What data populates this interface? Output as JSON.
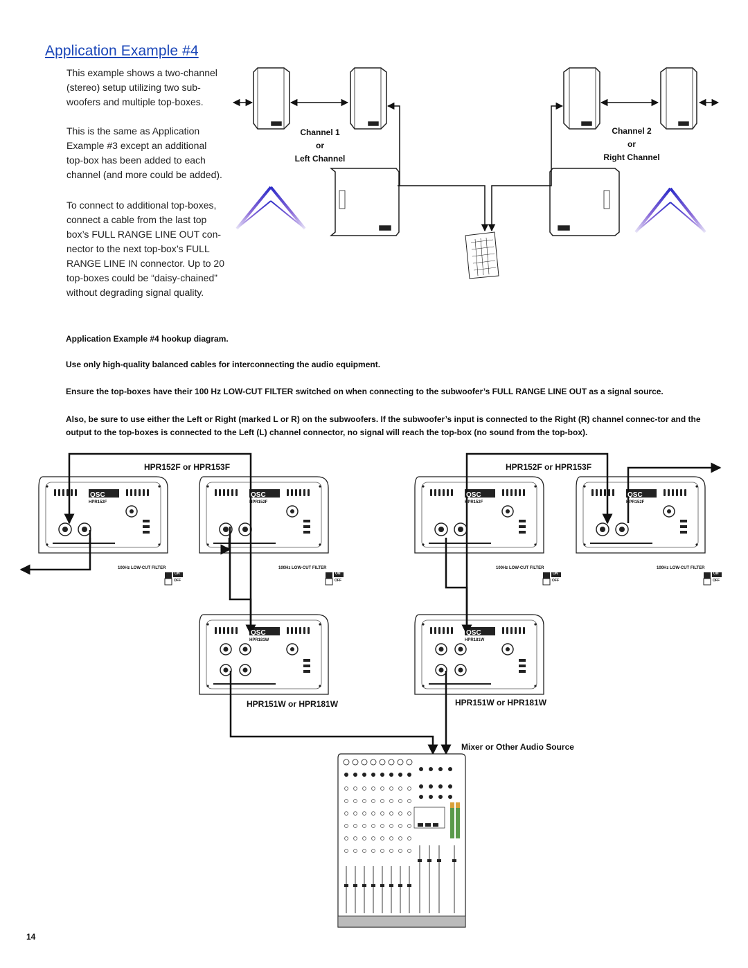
{
  "title": "Application Example #4",
  "intro": [
    "This example shows a two-channel (stereo) setup utilizing two sub-woofers and multiple top-boxes.",
    "This is the same as Application Example #3 except an additional top-box has been added to each channel (and more could be added).",
    "To connect to additional top-boxes, connect a cable from the last top box’s FULL RANGE LINE OUT con-nector to the next top-box’s FULL RANGE LINE IN connector. Up to 20 top-boxes could be “daisy-chained” without degrading signal quality."
  ],
  "diagram_top": {
    "channel1": {
      "line1": "Channel 1",
      "line2": "or",
      "line3": "Left Channel"
    },
    "channel2": {
      "line1": "Channel 2",
      "line2": "or",
      "line3": "Right Channel"
    }
  },
  "caption": "Application Example #4 hookup diagram.",
  "notes": [
    "Use only high-quality balanced cables for interconnecting the audio equipment.",
    "Ensure the top-boxes have their 100 Hz LOW-CUT FILTER switched on when connecting to the subwoofer’s FULL RANGE LINE OUT as a signal source.",
    "Also, be sure to use either the Left or Right (marked L or R) on the subwoofers. If the subwoofer’s input is connected to the Right (R) channel connec-tor and the output to the top-boxes is connected to the Left (L) channel connector, no signal will reach the top-box (no sound from the top-box)."
  ],
  "panel_labels": {
    "top_left": "HPR152F or HPR153F",
    "top_right": "HPR152F or HPR153F",
    "sub_left": "HPR151W or HPR181W",
    "sub_right": "HPR151W or HPR181W",
    "mixer": "Mixer or Other Audio Source"
  },
  "panel_text": {
    "brand": "QSC",
    "top_model": "HPR152F",
    "sub_model": "HPR181W",
    "filter": "100Hz LOW-CUT FILTER",
    "on": "ON",
    "off": "OFF"
  },
  "page_number": "14"
}
